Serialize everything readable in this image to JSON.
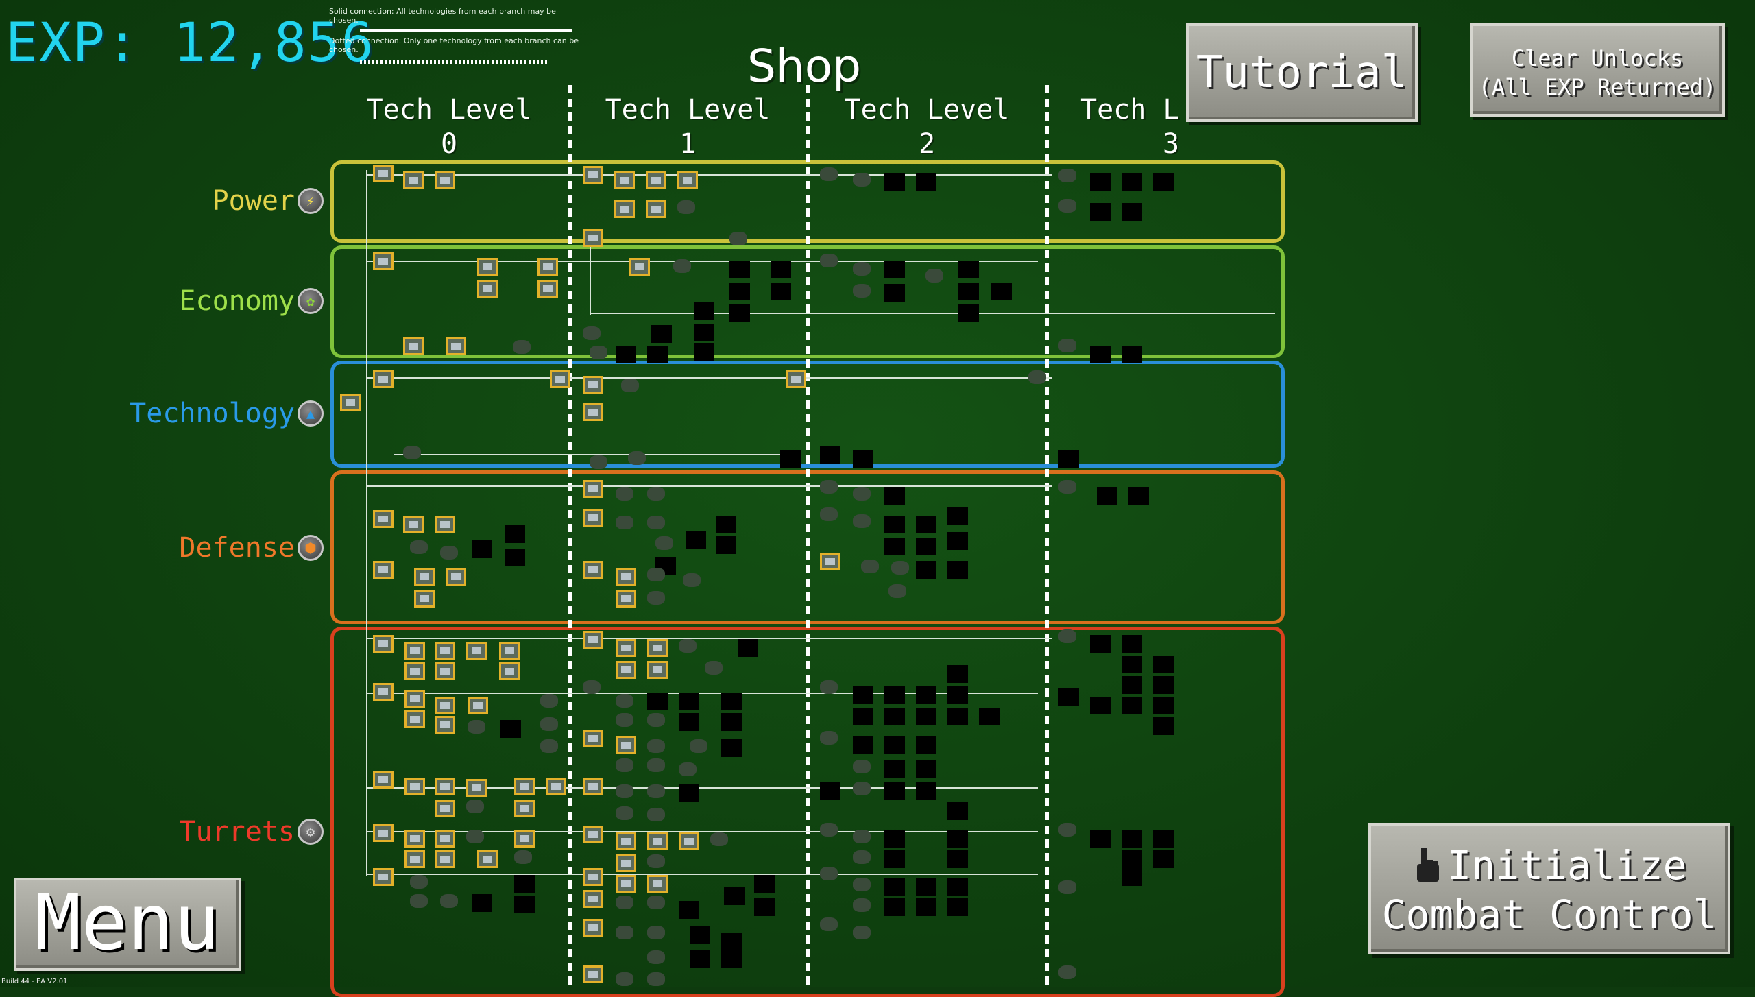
{
  "exp": {
    "label": "EXP:",
    "value": "12,856"
  },
  "legend": {
    "solid_text": "Solid connection: All technologies from each branch may be chosen.",
    "dotted_text": "Dotted connection: Only one technology from each branch can be chosen."
  },
  "shop": {
    "title": "Shop"
  },
  "tech_levels": [
    {
      "label": "Tech Level",
      "num": "0"
    },
    {
      "label": "Tech Level",
      "num": "1"
    },
    {
      "label": "Tech Level",
      "num": "2"
    },
    {
      "label": "Tech L",
      "num": "3"
    }
  ],
  "branches": [
    {
      "name": "Power",
      "color": "#e3d24a",
      "icon": "lightning-icon"
    },
    {
      "name": "Economy",
      "color": "#8fd43a",
      "icon": "gear-coin-icon"
    },
    {
      "name": "Technology",
      "color": "#2a9ae8",
      "icon": "flask-icon"
    },
    {
      "name": "Defense",
      "color": "#e6731c",
      "icon": "shield-icon"
    },
    {
      "name": "Turrets",
      "color": "#e03a1c",
      "icon": "turret-icon"
    }
  ],
  "buttons": {
    "tutorial": "Tutorial",
    "clear_line1": "Clear Unlocks",
    "clear_line2": "(All EXP Returned)",
    "menu": "Menu",
    "init_line1": "Initialize",
    "init_line2": "Combat Control"
  },
  "build": "Build 44 - EA V2.01",
  "colors": {
    "exp": "#22d4ee",
    "node_border": "#e3b12a",
    "background": "#0e3a0e"
  }
}
